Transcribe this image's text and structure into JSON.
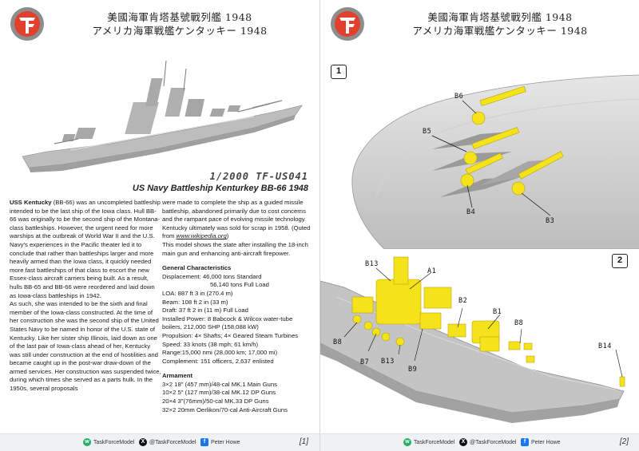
{
  "header": {
    "title_zh": "美國海軍肯塔基號戰列艦 1948",
    "title_jp": "アメリカ海軍戦艦ケンタッキー 1948"
  },
  "model": {
    "code": "1/2000 TF-US041",
    "name": "US Navy Battleship Kenturkey BB-66 1948"
  },
  "description": {
    "col1": [
      {
        "bold": "USS Kentucky",
        "text": " (BB-66) was an uncompleted battleship intended to be the last ship of the Iowa class. Hull BB-66 was originally to be the second ship of the Montana-class battleships. However, the urgent need for more warships at the outbreak of World War II and the U.S. Navy's experiences in the Pacific theater led it to conclude that rather than battleships larger and more heavily armed than the Iowa class, it quickly needed more fast battleships of that class to escort the new Essex-class aircraft carriers being built. As a result, hulls BB-65 and BB-66 were reordered and laid down as Iowa-class battleships in 1942."
      },
      {
        "bold": "",
        "text": "As such, she was intended to be the sixth and final member of the Iowa-class constructed. At the time of her construction she was the second ship of the United States Navy to be named in honor of the U.S. state of Kentucky. Like her sister ship Illinois, laid down as one of the last pair of Iowa-class ahead of her, Kentucky was still under construction at the end of hostilities and became caught up in the post-war draw-down of the armed services. Her construction was suspended twice, during which times she served as a parts hulk. In the 1950s, several proposals"
      }
    ],
    "col2_intro": "were made to complete the ship as a guided missile battleship, abandoned primarily due to cost concerns and the rampant pace of evolving missile technology. Kentucky ultimately was sold for scrap in 1958. (Quted from ",
    "col2_link": "www.wikipedia.org",
    "col2_intro_end": ")",
    "col2_model_note": "This model shows the state after installing the 18-inch main gun and enhancing anti-aircraft firepower."
  },
  "specs": {
    "heading": "General Characteristics",
    "rows": [
      "Displacement: 46,000 tons Standard",
      "56,140 tons Full Load",
      "LOA: 887 ft 3 in (270.4 m)",
      "Beam: 108 ft 2 in (33 m)",
      "Draft: 37 ft 2 in (11 m) Full Load",
      "Installed Power: 8 Babcock & Wilcox water-tube boilers, 212,000 SHP (158,088 kW)",
      "Propulsion: 4× Shafts; 4× Geared Steam Turbines",
      "Speed: 33 knots (38 mph; 61 km/h)",
      "Range:15,000 nmi (28,000 km; 17,000 mi)",
      "Complement: 151 officers, 2,637 enlisted"
    ]
  },
  "armament": {
    "heading": "Armament",
    "rows": [
      "3×2 18\" (457 mm)/48-cal MK.1 Main Guns",
      "10×2 5\" (127 mm)/38-cal MK.12 DP Guns",
      "20×4 3\"(76mm)/50-cal MK.33 DP Guns",
      "32×2 20mm Oerlikon/70-cal Anti-Aircraft Guns"
    ]
  },
  "footer": {
    "wechat": "TaskForceModel",
    "x": "@TaskForceModel",
    "facebook": "Peter Howe",
    "page_left": "[1]",
    "page_right": "[2]"
  },
  "steps": {
    "step1": "1",
    "step2": "2"
  },
  "callouts": {
    "b6": "B6",
    "b5": "B5",
    "b4": "B4",
    "b3": "B3",
    "b13a": "B13",
    "a1": "A1",
    "b2": "B2",
    "b1": "B1",
    "b8a": "B8",
    "b8b": "B8",
    "b7": "B7",
    "b13b": "B13",
    "b9": "B9",
    "b14": "B14"
  },
  "colors": {
    "hull_gray": "#c8c8c8",
    "part_yellow": "#f4e21a",
    "logo_red": "#e0402c",
    "footer_bg": "#eef2f4"
  }
}
